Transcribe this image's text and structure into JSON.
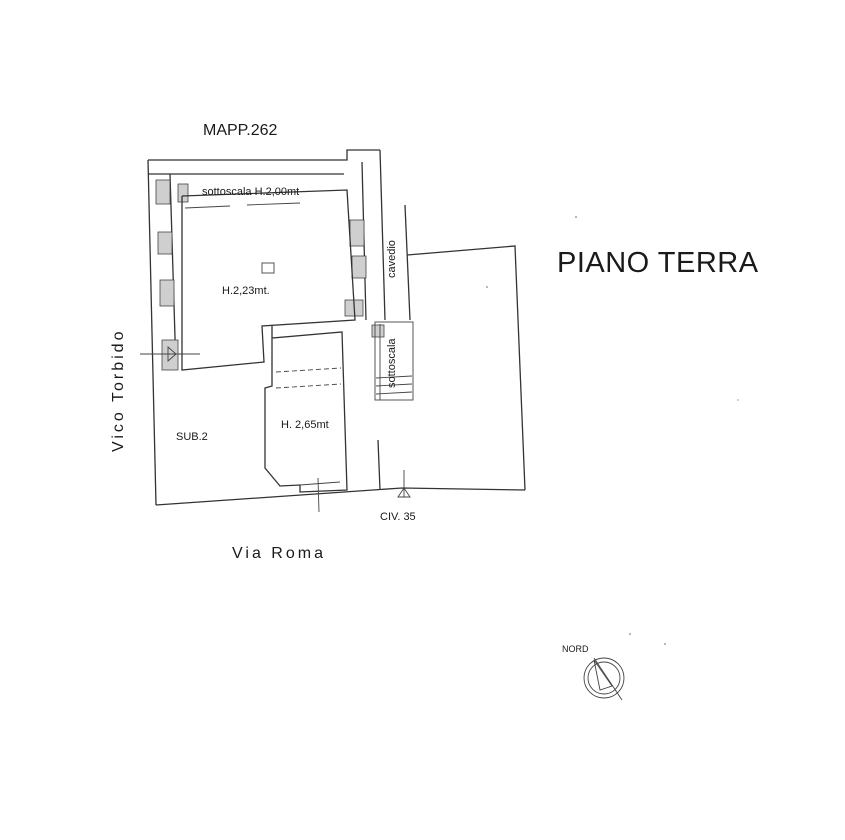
{
  "title": "PIANO TERRA",
  "labels": {
    "mapp": "MAPP.262",
    "sottoscala_top": "sottoscala H.2,00mt",
    "room_height_main": "H.2,23mt.",
    "cavedio": "cavedio",
    "sottoscala_side": "sottoscala",
    "room_height_front": "H. 2,65mt",
    "sub": "SUB.2",
    "civ": "CIV. 35",
    "street_bottom": "Via Roma",
    "street_left": "Vico Torbido",
    "north": "NORD"
  }
}
